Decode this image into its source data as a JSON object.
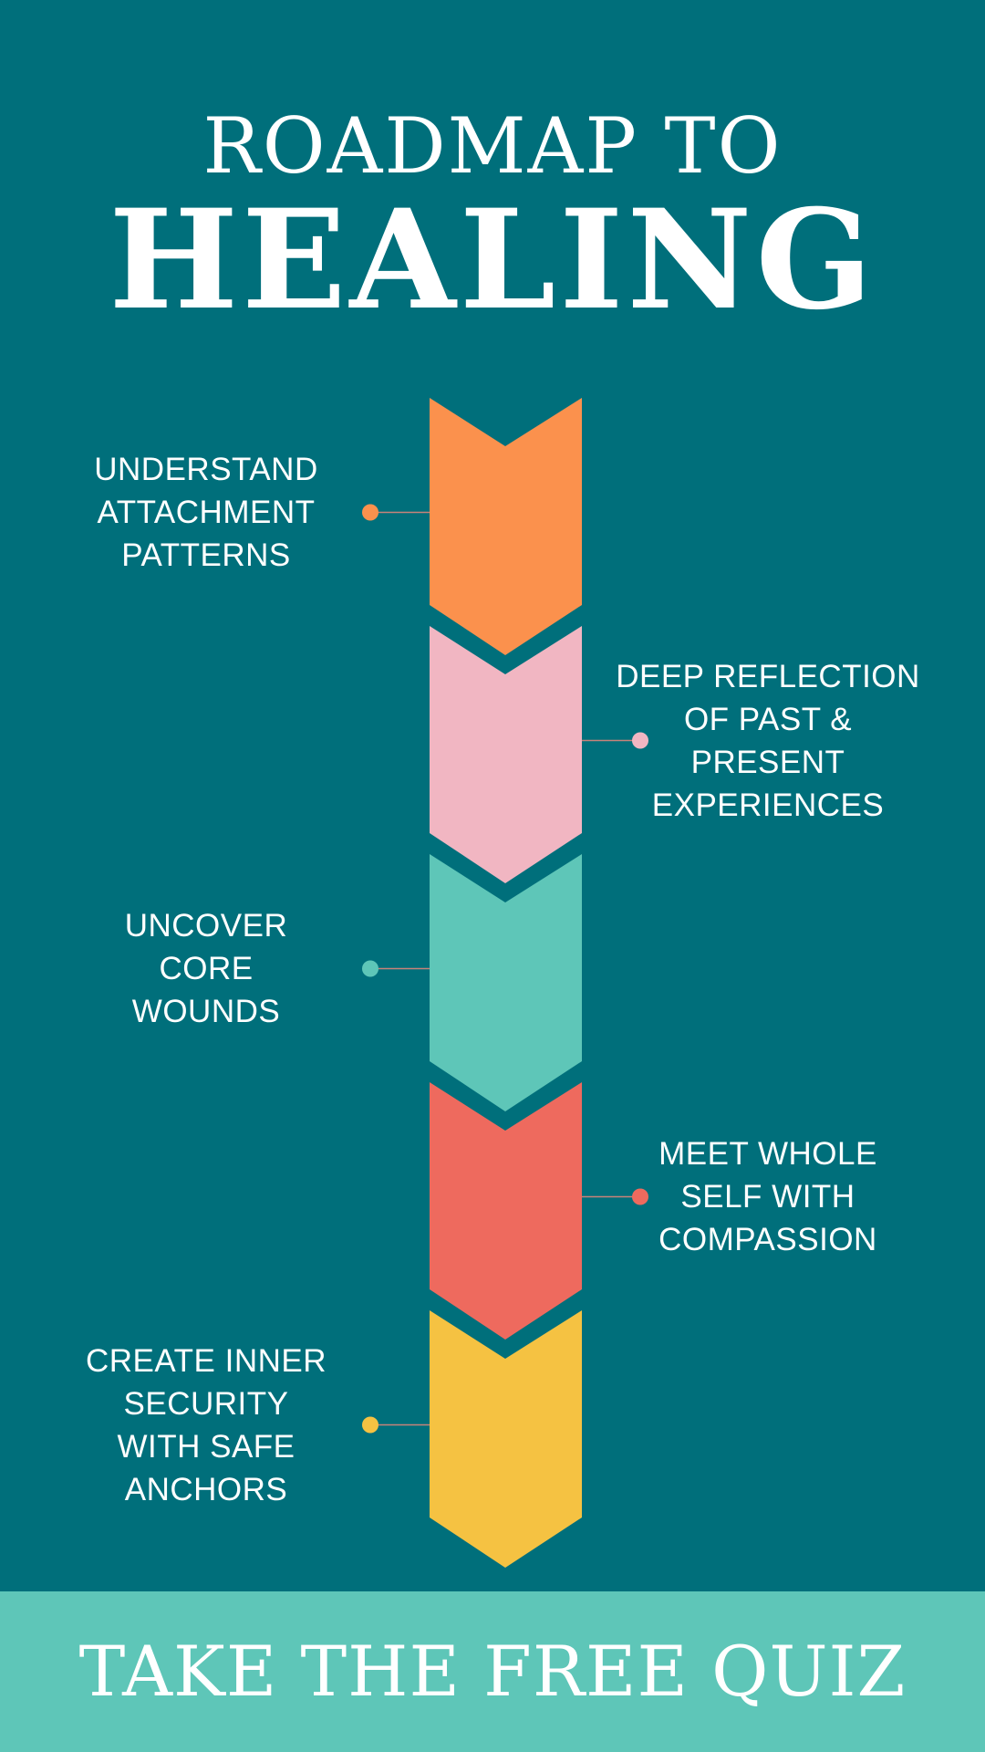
{
  "header": {
    "title_line1": "ROADMAP TO",
    "title_line2": "HEALING"
  },
  "steps": [
    {
      "label": "UNDERSTAND\nATTACHMENT\nPATTERNS",
      "color": "#fb914d",
      "side": "left"
    },
    {
      "label": "DEEP REFLECTION\nOF PAST &\nPRESENT\nEXPERIENCES",
      "color": "#f1b6c2",
      "side": "right"
    },
    {
      "label": "UNCOVER\nCORE\nWOUNDS",
      "color": "#5ec6b8",
      "side": "left"
    },
    {
      "label": "MEET WHOLE\nSELF WITH\nCOMPASSION",
      "color": "#ee6a5e",
      "side": "right"
    },
    {
      "label": "CREATE INNER\nSECURITY\nWITH SAFE\nANCHORS",
      "color": "#f5c242",
      "side": "left"
    }
  ],
  "footer": {
    "cta": "TAKE THE FREE QUIZ"
  },
  "colors": {
    "background": "#006f7b",
    "footer_background": "#5ec6b8",
    "connector_line": "#c7837a"
  }
}
